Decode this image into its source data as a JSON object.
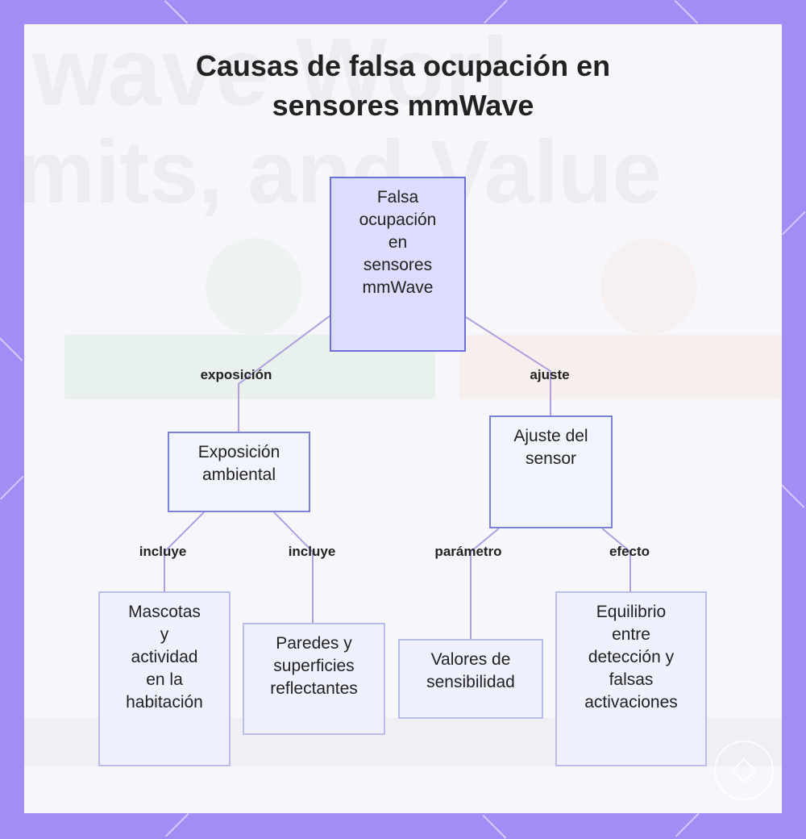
{
  "diagram": {
    "title_line1": "Causas de falsa ocupación en",
    "title_line2": "sensores mmWave",
    "nodes": {
      "root": [
        "Falsa",
        "ocupación",
        "en",
        "sensores",
        "mmWave"
      ],
      "exposicion": [
        "Exposición",
        "ambiental"
      ],
      "ajuste": [
        "Ajuste del",
        "sensor"
      ],
      "mascotas": [
        "Mascotas",
        "y",
        "actividad",
        "en la",
        "habitación"
      ],
      "paredes": [
        "Paredes y",
        "superficies",
        "reflectantes"
      ],
      "valores": [
        "Valores de",
        "sensibilidad"
      ],
      "equilibrio": [
        "Equilibrio",
        "entre",
        "detección y",
        "falsas",
        "activaciones"
      ]
    },
    "edges": {
      "root_exposicion": "exposición",
      "root_ajuste": "ajuste",
      "exposicion_mascotas": "incluye",
      "exposicion_paredes": "incluye",
      "ajuste_valores": "parámetro",
      "ajuste_equilibrio": "efecto"
    }
  },
  "colors": {
    "frame": "#a48cf5",
    "root_fill": "#dcdcfc",
    "node_fill": "#f2f4fb",
    "leaf_fill": "#eef0fb",
    "root_border": "#6c70d8",
    "node_border": "#7b82d6",
    "leaf_border": "#b9bdeb",
    "edge": "#b09ee0"
  }
}
